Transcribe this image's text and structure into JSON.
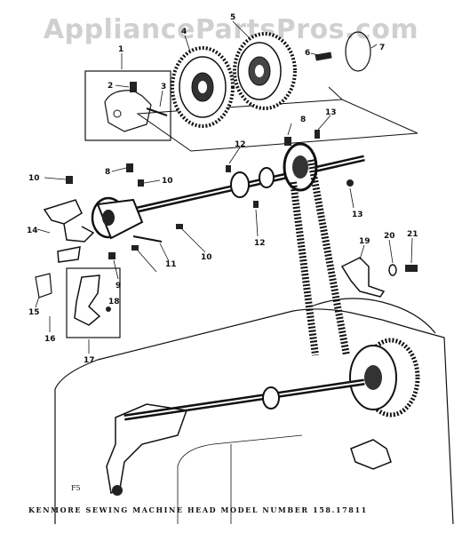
{
  "watermark": "AppliancePartsPros.com",
  "caption": "KENMORE SEWING MACHINE HEAD  MODEL NUMBER 158.17811",
  "figure_code": "F5",
  "callouts": [
    "1",
    "2",
    "3",
    "4",
    "5",
    "6",
    "7",
    "8",
    "13",
    "12",
    "10",
    "8",
    "10",
    "14",
    "11",
    "9",
    "10",
    "12",
    "13",
    "19",
    "20",
    "21",
    "15",
    "16",
    "18",
    "17"
  ]
}
